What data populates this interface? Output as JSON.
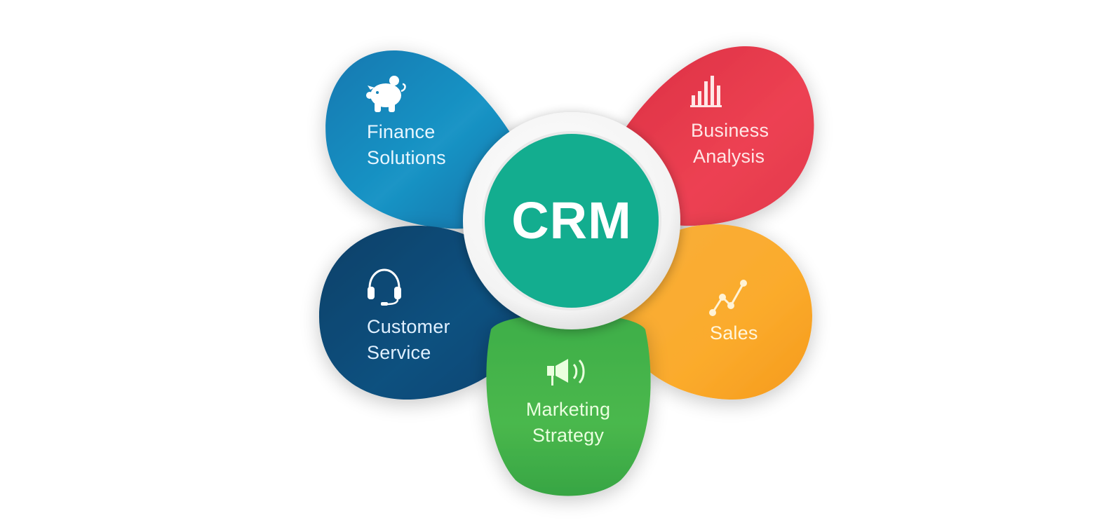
{
  "diagram": {
    "center": {
      "label": "CRM",
      "fill": "#13ad8f",
      "ring": "#f3f3f3"
    },
    "petals": [
      {
        "id": "finance",
        "lines": [
          "Finance",
          "Solutions"
        ],
        "icon": "piggy-bank-icon",
        "color": "#1583b8",
        "color_light": "#1c97c8",
        "text_color": "#e8f6ff"
      },
      {
        "id": "business",
        "lines": [
          "Business",
          "Analysis"
        ],
        "icon": "bar-chart-icon",
        "color": "#e5384a",
        "color_light": "#ef4656",
        "text_color": "#ffe6e6"
      },
      {
        "id": "customer",
        "lines": [
          "Customer",
          "Service"
        ],
        "icon": "headset-icon",
        "color": "#0d4a78",
        "color_light": "#135a8c",
        "text_color": "#e0f0ff"
      },
      {
        "id": "sales",
        "lines": [
          "Sales"
        ],
        "icon": "line-chart-icon",
        "color": "#f7a226",
        "color_light": "#fbb23c",
        "text_color": "#fff6dd"
      },
      {
        "id": "marketing",
        "lines": [
          "Marketing",
          "Strategy"
        ],
        "icon": "megaphone-icon",
        "color": "#3faf47",
        "color_light": "#4cbc4c",
        "text_color": "#eaffdf"
      }
    ]
  }
}
